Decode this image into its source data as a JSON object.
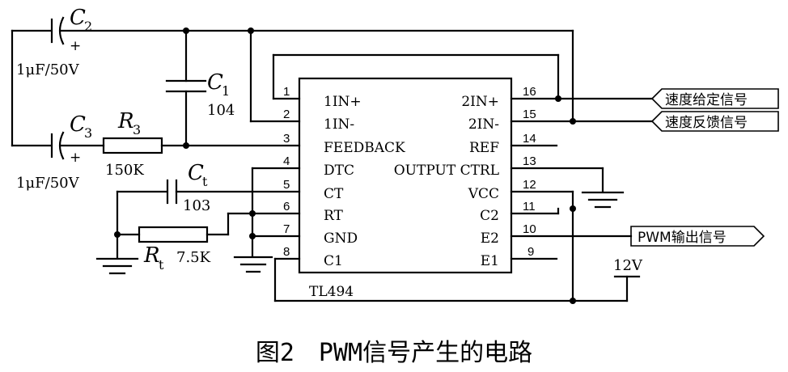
{
  "caption": "图2　PWM信号产生的电路",
  "ic": {
    "name": "TL494",
    "pins_left": [
      {
        "num": "1",
        "label": "1IN+"
      },
      {
        "num": "2",
        "label": "1IN-"
      },
      {
        "num": "3",
        "label": "FEEDBACK"
      },
      {
        "num": "4",
        "label": "DTC"
      },
      {
        "num": "5",
        "label": "CT"
      },
      {
        "num": "6",
        "label": "RT"
      },
      {
        "num": "7",
        "label": "GND"
      },
      {
        "num": "8",
        "label": "C1"
      }
    ],
    "pins_right": [
      {
        "num": "16",
        "label": "2IN+"
      },
      {
        "num": "15",
        "label": "2IN-"
      },
      {
        "num": "14",
        "label": "REF"
      },
      {
        "num": "13",
        "label": "OUTPUT CTRL"
      },
      {
        "num": "12",
        "label": "VCC"
      },
      {
        "num": "11",
        "label": "C2"
      },
      {
        "num": "10",
        "label": "E2"
      },
      {
        "num": "9",
        "label": "E1"
      }
    ]
  },
  "components": {
    "c2": {
      "name": "C",
      "sub": "2",
      "value": "1μF/50V",
      "plus": "+"
    },
    "c3": {
      "name": "C",
      "sub": "3",
      "value": "1μF/50V",
      "plus": "+"
    },
    "c1": {
      "name": "C",
      "sub": "1",
      "value": "104"
    },
    "r3": {
      "name": "R",
      "sub": "3",
      "value": "150K"
    },
    "ct": {
      "name": "C",
      "sub": "t",
      "value": "103"
    },
    "rt": {
      "name": "R",
      "sub": "t",
      "value": "7.5K"
    }
  },
  "supply": "12V",
  "signals": {
    "speed_set": "速度给定信号",
    "speed_feedback": "速度反馈信号",
    "pwm_out": "PWM输出信号"
  }
}
